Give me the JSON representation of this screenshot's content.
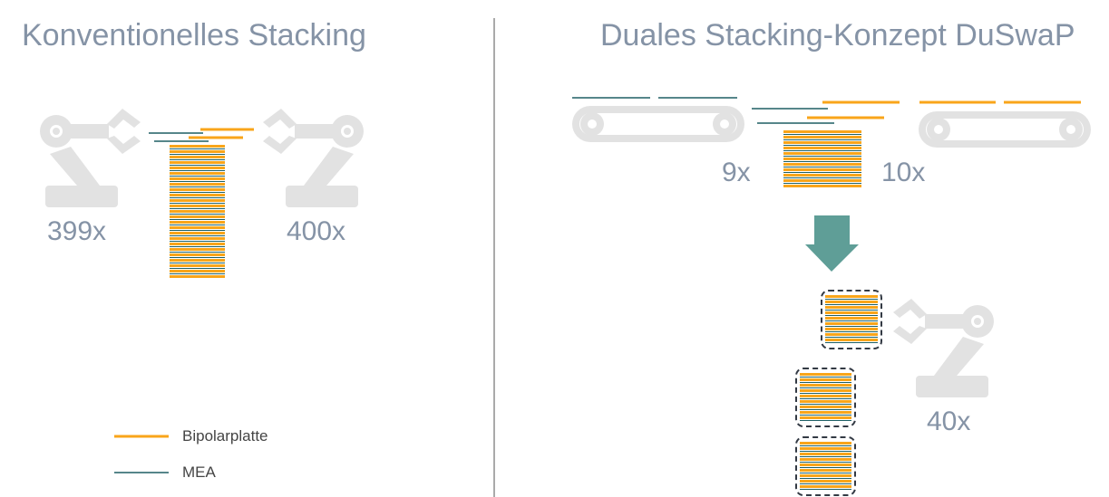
{
  "left": {
    "title": "Konventionelles Stacking",
    "count_left": "399x",
    "count_right": "400x"
  },
  "right": {
    "title": "Duales Stacking-Konzept DuSwaP",
    "count_left": "9x",
    "count_right": "10x",
    "count_robot": "40x"
  },
  "legend": [
    {
      "label": "Bipolarplatte",
      "color": "#f9a51a"
    },
    {
      "label": "MEA",
      "color": "#1f5f63"
    }
  ],
  "colors": {
    "bipolar": "#f9a51a",
    "mea": "#1f5f63",
    "arrow": "#5f9e97",
    "icon": "#e2e2e2",
    "text": "#8593a6"
  }
}
